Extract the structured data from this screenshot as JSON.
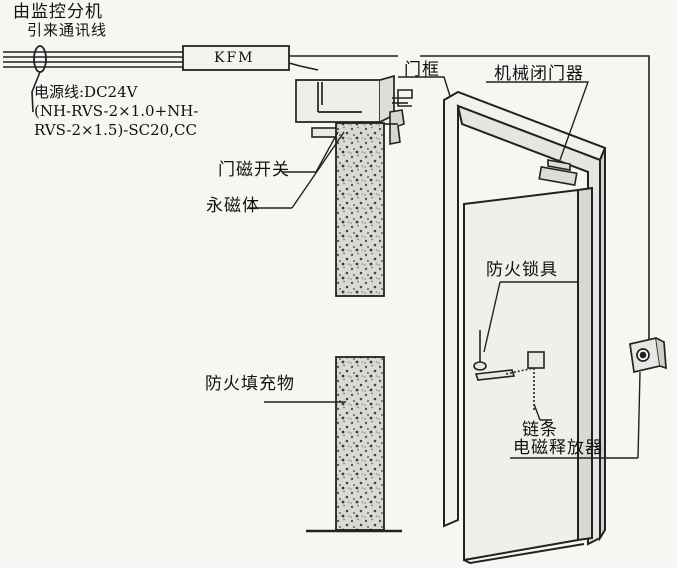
{
  "labels": {
    "source_line1": "由监控分机",
    "source_line2": "引来通讯线",
    "kfm": "KFM",
    "power_line1": "电源线:DC24V",
    "power_line2": "(NH-RVS-2×1.0+NH-",
    "power_line3": "RVS-2×1.5)-SC20,CC",
    "door_frame": "门框",
    "door_closer": "机械闭门器",
    "magnetic_switch": "门磁开关",
    "permanent_magnet": "永磁体",
    "fire_lock": "防火锁具",
    "fire_filler": "防火填充物",
    "chain": "链条",
    "em_release": "电磁释放器"
  }
}
